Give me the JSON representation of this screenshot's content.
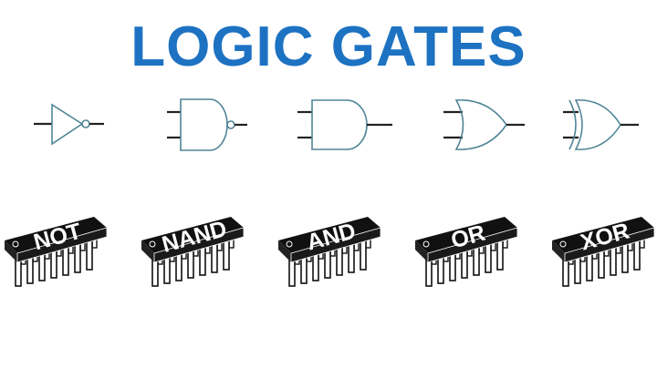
{
  "title": "LOGIC GATES",
  "colors": {
    "title": "#1d72c2",
    "gate_outline": "#4f8596",
    "chip_body": "#111111"
  },
  "gates": [
    {
      "symbol": "not-gate"
    },
    {
      "symbol": "nand-gate"
    },
    {
      "symbol": "and-gate"
    },
    {
      "symbol": "or-gate"
    },
    {
      "symbol": "xor-gate"
    }
  ],
  "chips": [
    {
      "label": "NOT"
    },
    {
      "label": "NAND"
    },
    {
      "label": "AND"
    },
    {
      "label": "OR"
    },
    {
      "label": "XOR"
    }
  ]
}
